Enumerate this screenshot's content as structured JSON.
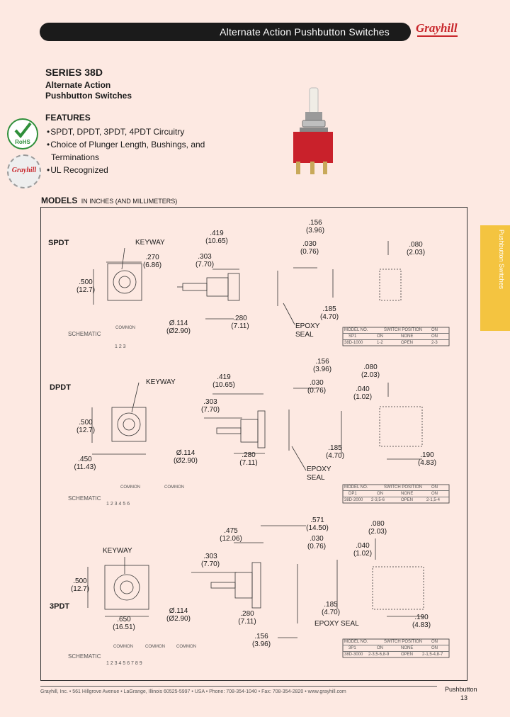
{
  "header": {
    "title": "Alternate  Action  Pushbutton  Switches",
    "logo": "Grayhill"
  },
  "series": "SERIES 38D",
  "subtitle": [
    "Alternate Action",
    "Pushbutton Switches"
  ],
  "features": {
    "title": "FEATURES",
    "items": [
      "SPDT, DPDT, 3PDT, 4PDT Circuitry",
      "Choice of Plunger Length, Bushings, and Terminations",
      "UL Recognized"
    ]
  },
  "badges": {
    "rohs": "RoHS"
  },
  "models": {
    "title": "MODELS",
    "subtitle": "IN INCHES (AND MILLIMETERS)"
  },
  "side_tab": "Pushbutton Switches",
  "spdt": {
    "name": "SPDT",
    "keyway": "KEYWAY",
    "d270": ".270",
    "d270m": "(6.86)",
    "d500": ".500",
    "d500m": "(12.7)",
    "d419": ".419",
    "d419m": "(10.65)",
    "d303": ".303",
    "d303m": "(7.70)",
    "d156": ".156",
    "d156m": "(3.96)",
    "d030": ".030",
    "d030m": "(0.76)",
    "d080": ".080",
    "d080m": "(2.03)",
    "d114": "Ø.114",
    "d114m": "(Ø2.90)",
    "d280": ".280",
    "d280m": "(7.11)",
    "d185": ".185",
    "d185m": "(4.70)",
    "epoxy": "EPOXY",
    "seal": "SEAL",
    "schematic": "SCHEMATIC",
    "common": "COMMON",
    "pins": "1  2  3",
    "table": {
      "headers": [
        "MODEL NO.",
        "SWITCH POSITION",
        "ON"
      ],
      "row1": [
        "SP1",
        "ON",
        "NONE",
        "ON"
      ],
      "row2": [
        "38D-1000",
        "1-2",
        "OPEN",
        "2-3"
      ]
    }
  },
  "dpdt": {
    "name": "DPDT",
    "keyway": "KEYWAY",
    "d500": ".500",
    "d500m": "(12.7)",
    "d450": ".450",
    "d450m": "(11.43)",
    "d419": ".419",
    "d419m": "(10.65)",
    "d303": ".303",
    "d303m": "(7.70)",
    "d156": ".156",
    "d156m": "(3.96)",
    "d030": ".030",
    "d030m": "(0.76)",
    "d080": ".080",
    "d080m": "(2.03)",
    "d040": ".040",
    "d040m": "(1.02)",
    "d114": "Ø.114",
    "d114m": "(Ø2.90)",
    "d280": ".280",
    "d280m": "(7.11)",
    "d185": ".185",
    "d185m": "(4.70)",
    "d190": ".190",
    "d190m": "(4.83)",
    "epoxy": "EPOXY",
    "seal": "SEAL",
    "schematic": "SCHEMATIC",
    "common": "COMMON",
    "pins": "1  2  3       4  5  6",
    "table": {
      "headers": [
        "MODEL NO.",
        "SWITCH POSITION",
        "ON"
      ],
      "row1": [
        "DP1",
        "ON",
        "NONE",
        "ON"
      ],
      "row2": [
        "38D-2000",
        "2-3,5-6",
        "OPEN",
        "2-1,5-4"
      ]
    }
  },
  "tpdt": {
    "name": "3PDT",
    "keyway": "KEYWAY",
    "d500": ".500",
    "d500m": "(12.7)",
    "d650": ".650",
    "d650m": "(16.51)",
    "d475": ".475",
    "d475m": "(12.06)",
    "d571": ".571",
    "d571m": "(14.50)",
    "d303": ".303",
    "d303m": "(7.70)",
    "d030": ".030",
    "d030m": "(0.76)",
    "d080": ".080",
    "d080m": "(2.03)",
    "d040": ".040",
    "d040m": "(1.02)",
    "d114": "Ø.114",
    "d114m": "(Ø2.90)",
    "d280": ".280",
    "d280m": "(7.11)",
    "d185": ".185",
    "d185m": "(4.70)",
    "d190": ".190",
    "d190m": "(4.83)",
    "d156": ".156",
    "d156m": "(3.96)",
    "epoxy": "EPOXY SEAL",
    "schematic": "SCHEMATIC",
    "common": "COMMON",
    "pins": "1  2  3    4  5  6    7  8  9",
    "table": {
      "headers": [
        "MODEL NO.",
        "SWITCH POSITION",
        "ON"
      ],
      "row1": [
        "3P1",
        "ON",
        "NONE",
        "ON"
      ],
      "row2": [
        "38D-3000",
        "2-3,5-6,8-9",
        "OPEN",
        "2-1,5-4,8-7"
      ]
    }
  },
  "footer": {
    "address": "Grayhill, Inc. • 561 Hillgrove Avenue • LaGrange, Illinois  60525-5997 • USA • Phone: 708-354-1040 • Fax: 708-354-2820 • www.grayhill.com",
    "category": "Pushbutton",
    "page": "13"
  }
}
